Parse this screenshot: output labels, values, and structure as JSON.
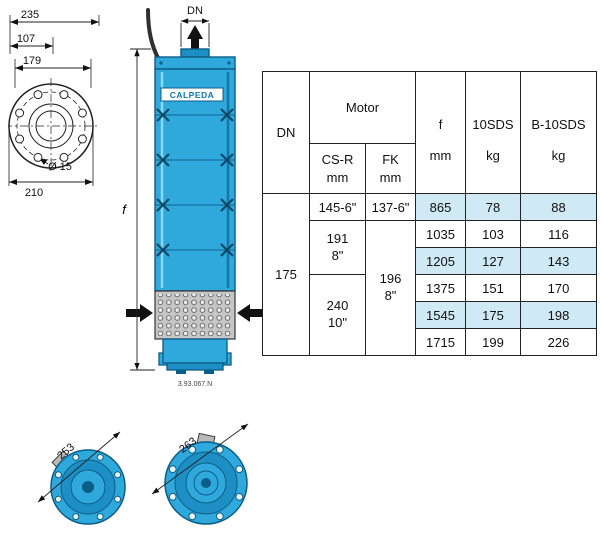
{
  "colors": {
    "pump_blue": "#2FA8DC",
    "pump_blue_mid": "#1E8FC4",
    "pump_blue_dark": "#0C5E86",
    "strainer_gray": "#C6C6C6",
    "row_highlight": "#CFE9F5",
    "line_black": "#1A1A1A"
  },
  "flange_view": {
    "dim_width_overall": "235",
    "dim_width_inner": "107",
    "dim_bolt_circle": "179",
    "dim_hole_diameter": "Ø 15",
    "dim_outer_diameter": "210"
  },
  "pump_view": {
    "dn_label": "DN",
    "length_label": "f",
    "brand": "CALPEDA",
    "drawing_number": "3.93.067.N"
  },
  "bottom_left_view": {
    "dim_diagonal": "253"
  },
  "bottom_right_view": {
    "dim_diagonal": "263"
  },
  "table": {
    "header": {
      "dn": "DN",
      "motor": "Motor",
      "csr": "CS-R",
      "csr_unit": "mm",
      "fk": "FK",
      "fk_unit": "mm",
      "f": "f",
      "f_unit": "mm",
      "w10sds": "10SDS",
      "w10sds_unit": "kg",
      "wb10sds": "B-10SDS",
      "wb10sds_unit": "kg"
    },
    "dn_value": "175",
    "rows": [
      {
        "csr": "145-6\"",
        "fk": "137-6\"",
        "f": "865",
        "kg_10sds": "78",
        "kg_b10sds": "88",
        "highlight": true
      },
      {
        "csr": "191\n8\"",
        "fk": "196\n8\"",
        "f": "1035",
        "kg_10sds": "103",
        "kg_b10sds": "116",
        "highlight": false
      },
      {
        "f": "1205",
        "kg_10sds": "127",
        "kg_b10sds": "143",
        "highlight": true
      },
      {
        "csr": "240\n10\"",
        "f": "1375",
        "kg_10sds": "151",
        "kg_b10sds": "170",
        "highlight": false
      },
      {
        "f": "1545",
        "kg_10sds": "175",
        "kg_b10sds": "198",
        "highlight": true
      },
      {
        "f": "1715",
        "kg_10sds": "199",
        "kg_b10sds": "226",
        "highlight": false
      }
    ]
  }
}
